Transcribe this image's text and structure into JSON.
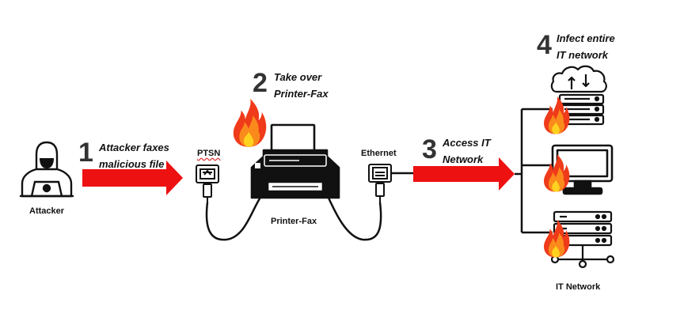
{
  "colors": {
    "arrow": "#ee1111",
    "flame_outer": "#ef3b1a",
    "flame_mid": "#fa8a1c",
    "flame_inner": "#ffd21f",
    "line": "#111111"
  },
  "nodes": {
    "attacker": "Attacker",
    "ptsn": "PTSN",
    "printer": "Printer-Fax",
    "ethernet": "Ethernet",
    "network": "IT Network"
  },
  "steps": [
    {
      "number": "1",
      "line1": "Attacker faxes",
      "line2": "malicious file"
    },
    {
      "number": "2",
      "line1": "Take over",
      "line2": "Printer-Fax"
    },
    {
      "number": "3",
      "line1": "Access IT",
      "line2": "Network"
    },
    {
      "number": "4",
      "line1": "Infect entire",
      "line2": "IT network"
    }
  ],
  "icons": [
    "hacker-icon",
    "phone-jack-icon",
    "printer-icon",
    "ethernet-port-icon",
    "cloud-server-icon",
    "monitor-icon",
    "server-rack-icon",
    "fire-icon"
  ]
}
